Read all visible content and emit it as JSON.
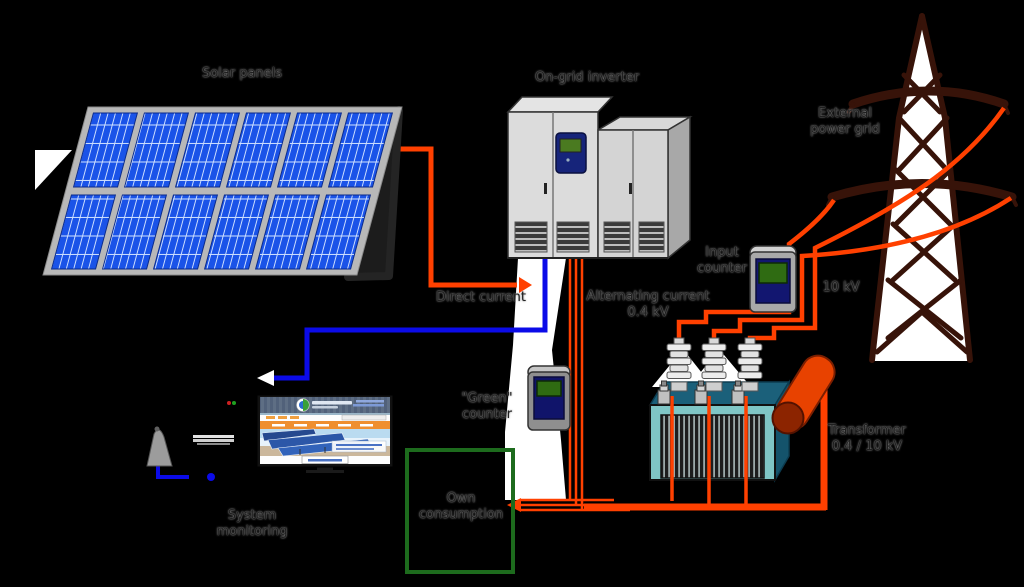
{
  "diagram": {
    "labels": {
      "solar_panels": "Solar panels",
      "inverter": "On-grid inverter",
      "external_grid": "External\npower grid",
      "input_counter": "Input\ncounter",
      "line_10kv": "10 kV",
      "direct_current": "Direct current",
      "alternating_current": "Alternating current\n0.4 kV",
      "green_counter": "\"Green\"\ncounter",
      "transformer": "Transformer\n0.4 / 10 kV",
      "system_monitoring": "System\nmonitoring",
      "own_consumption": "Own\nconsumption"
    },
    "colors": {
      "background": "#000000",
      "wire_power": "#ff4000",
      "wire_data": "#0b0be8",
      "solar_cell": "#1a53e8",
      "inverter_body": "#dcdcdc",
      "inverter_display": "#16247a",
      "transformer_front": "#7fc6c6",
      "transformer_top": "#1b607a",
      "oil_tank": "#e84200",
      "tower": "#371309",
      "own_consumption_border": "#1d6b1d",
      "counter_panel": "#121670",
      "counter_screen": "#2f6b12"
    }
  }
}
